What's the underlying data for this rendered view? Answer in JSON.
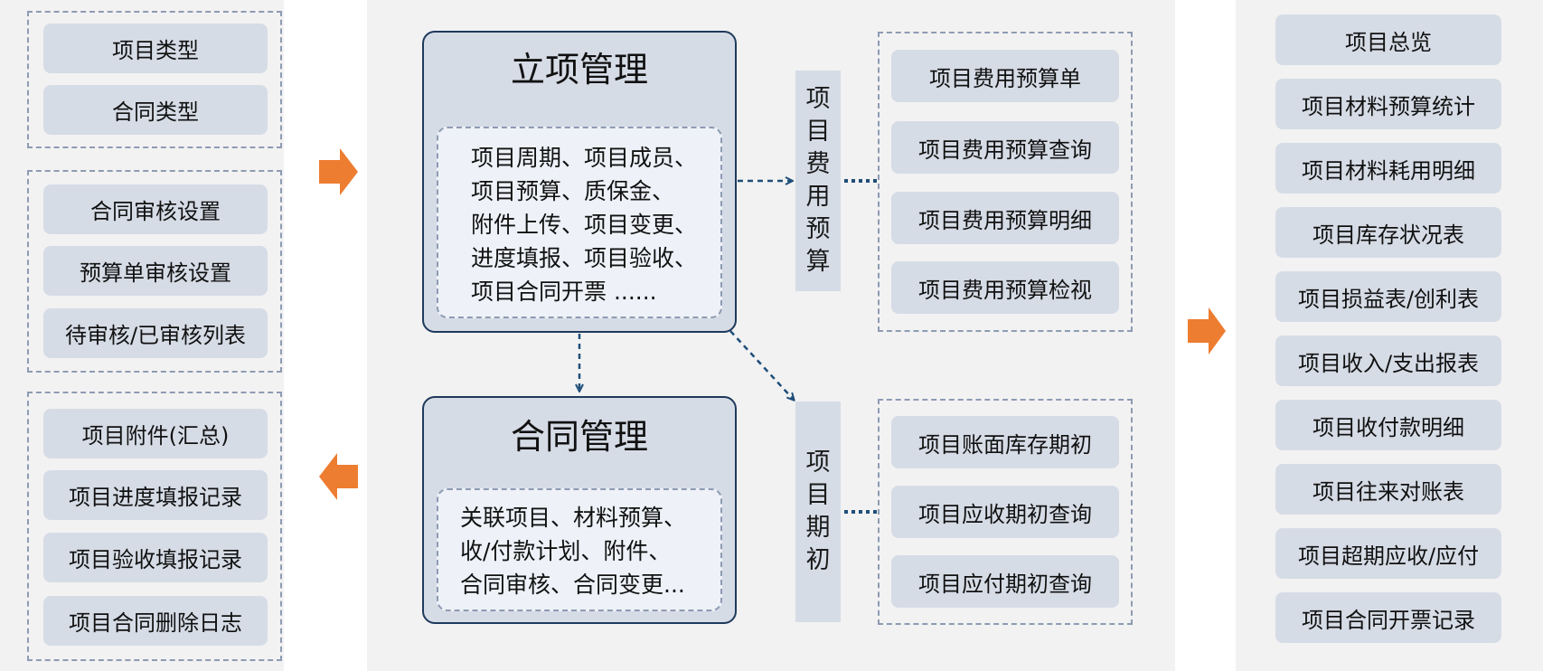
{
  "left_column": {
    "group1": [
      "项目类型",
      "合同类型"
    ],
    "group2": [
      "合同审核设置",
      "预算单审核设置",
      "待审核/已审核列表"
    ],
    "group3": [
      "项目附件(汇总)",
      "项目进度填报记录",
      "项目验收填报记录",
      "项目合同删除日志"
    ]
  },
  "project_setup": {
    "title": "立项管理",
    "lines": [
      "项目周期、项目成员、",
      "项目预算、质保金、",
      "附件上传、项目变更、",
      "进度填报、项目验收、",
      "项目合同开票 ......"
    ]
  },
  "contract_mgmt": {
    "title": "合同管理",
    "lines": [
      "关联项目、材料预算、",
      "收/付款计划、附件、",
      "合同审核、合同变更..."
    ]
  },
  "budget_label": "项目费用预算",
  "initial_label": "项目期初",
  "budget_items": [
    "项目费用预算单",
    "项目费用预算查询",
    "项目费用预算明细",
    "项目费用预算检视"
  ],
  "initial_items": [
    "项目账面库存期初",
    "项目应收期初查询",
    "项目应付期初查询"
  ],
  "reports": [
    "项目总览",
    "项目材料预算统计",
    "项目材料耗用明细",
    "项目库存状况表",
    "项目损益表/创利表",
    "项目收入/支出报表",
    "项目收付款明细",
    "项目往来对账表",
    "项目超期应收/应付",
    "项目合同开票记录"
  ],
  "colors": {
    "arrow": "#ed7d31",
    "connector": "#1f4e79",
    "pill": "#d6dce6",
    "panel": "#f2f2f2"
  }
}
